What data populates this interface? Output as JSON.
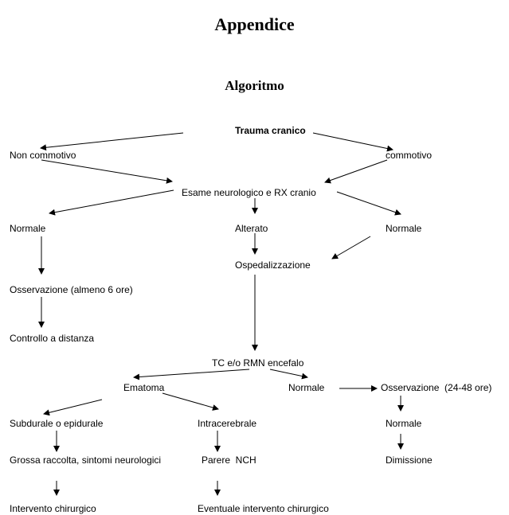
{
  "page": {
    "title": "Appendice",
    "section_title": "Algoritmo"
  },
  "nodes": {
    "trauma": "Trauma cranico",
    "non_commotivo": "Non commotivo",
    "commotivo": "commotivo",
    "esame": "Esame neurologico e RX cranio",
    "normale_left": "Normale",
    "alterato": "Alterato",
    "normale_right": "Normale",
    "ospedalizzazione": "Ospedalizzazione",
    "osservazione_6": "Osservazione (almeno 6 ore)",
    "controllo": "Controllo a distanza",
    "tc_rmn": "TC e/o RMN encefalo",
    "ematoma": "Ematoma",
    "normale_tc": "Normale",
    "osservazione_24": "Osservazione  (24-48 ore)",
    "subdurale": "Subdurale o epidurale",
    "intracerebrale": "Intracerebrale",
    "normale_obs": "Normale",
    "grossa_raccolta": "Grossa raccolta, sintomi neurologici",
    "parere": "Parere  NCH",
    "dimissione": "Dimissione",
    "intervento": "Intervento chirurgico",
    "eventuale": "Eventuale intervento chirurgico"
  },
  "edges": [
    {
      "from": "trauma",
      "to": "non_commotivo"
    },
    {
      "from": "trauma",
      "to": "commotivo"
    },
    {
      "from": "non_commotivo",
      "to": "esame"
    },
    {
      "from": "commotivo",
      "to": "esame"
    },
    {
      "from": "esame",
      "to": "normale_left"
    },
    {
      "from": "esame",
      "to": "alterato"
    },
    {
      "from": "esame",
      "to": "normale_right"
    },
    {
      "from": "normale_left",
      "to": "osservazione_6"
    },
    {
      "from": "osservazione_6",
      "to": "controllo"
    },
    {
      "from": "alterato",
      "to": "ospedalizzazione"
    },
    {
      "from": "normale_right",
      "to": "ospedalizzazione"
    },
    {
      "from": "ospedalizzazione",
      "to": "tc_rmn"
    },
    {
      "from": "tc_rmn",
      "to": "ematoma"
    },
    {
      "from": "tc_rmn",
      "to": "normale_tc"
    },
    {
      "from": "normale_tc",
      "to": "osservazione_24"
    },
    {
      "from": "ematoma",
      "to": "subdurale"
    },
    {
      "from": "ematoma",
      "to": "intracerebrale"
    },
    {
      "from": "osservazione_24",
      "to": "normale_obs"
    },
    {
      "from": "subdurale",
      "to": "grossa_raccolta"
    },
    {
      "from": "intracerebrale",
      "to": "parere"
    },
    {
      "from": "normale_obs",
      "to": "dimissione"
    },
    {
      "from": "grossa_raccolta",
      "to": "intervento"
    },
    {
      "from": "parere",
      "to": "eventuale"
    }
  ]
}
